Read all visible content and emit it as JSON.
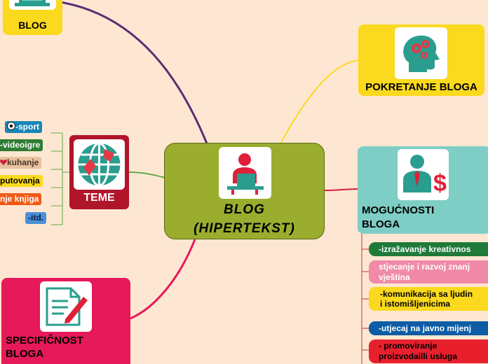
{
  "central": {
    "line1": "BLOG",
    "line2": "(HIPERTEKST)"
  },
  "nodes": {
    "blog": "BLOG",
    "pokretanje": "POKRETANJE BLOGA",
    "teme": "TEME",
    "mogucnosti_l1": "MOGUĆNOSTI",
    "mogucnosti_l2": "BLOGA",
    "specificnost_l1": "SPECIFIČNOST",
    "specificnost_l2": "BLOGA"
  },
  "teme_tags": [
    "-sport",
    "-videoigre",
    "kuhanje",
    "putovanja",
    "nje knjiga",
    "-itd."
  ],
  "mogucnosti_items": [
    {
      "l1": "-izražavanje kreativnos",
      "l2": ""
    },
    {
      "l1": "stjecanje i razvoj znanj",
      "l2": "vještina"
    },
    {
      "l1": "-komunikacija sa ljudin",
      "l2": "i istomišljenicima"
    },
    {
      "l1": "-utjecaj na javno mijenj",
      "l2": ""
    },
    {
      "l1": "- promoviranje",
      "l2": "proizvodailli usluga"
    }
  ],
  "colors": {
    "background": "#fde7d2",
    "central": "#9aad2e",
    "yellow": "#fbd91e",
    "teal": "#7fcec5",
    "crimson": "#b0152a",
    "magenta": "#e6195a",
    "purple_branch": "#5a2f74",
    "green_branch": "#5fab4a"
  },
  "icons": [
    "laptop-icon",
    "brain-gears-icon",
    "globe-icon",
    "person-desk-icon",
    "person-dollar-icon",
    "document-pen-icon",
    "soccer-ball-icon",
    "heart-icon"
  ]
}
